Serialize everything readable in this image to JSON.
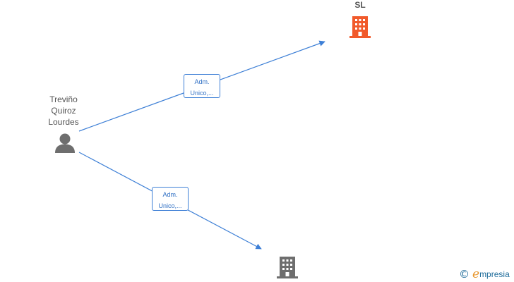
{
  "person": {
    "name_lines": [
      "Treviño",
      "Quiroz",
      "Lourdes"
    ],
    "icon": "person-icon",
    "color": "#6e6e6e"
  },
  "companies": [
    {
      "label": "SL",
      "icon": "building-icon",
      "color": "#f15a2b"
    },
    {
      "label": "",
      "icon": "building-icon",
      "color": "#6e6e6e"
    }
  ],
  "edges": [
    {
      "label_lines": [
        "Adm.",
        "Unico,..."
      ],
      "color": "#3d7fd6"
    },
    {
      "label_lines": [
        "Adm.",
        "Unico,..."
      ],
      "color": "#3d7fd6"
    }
  ],
  "brand": {
    "copyright_symbol": "©",
    "e_letter": "e",
    "name_rest": "mpresia"
  }
}
